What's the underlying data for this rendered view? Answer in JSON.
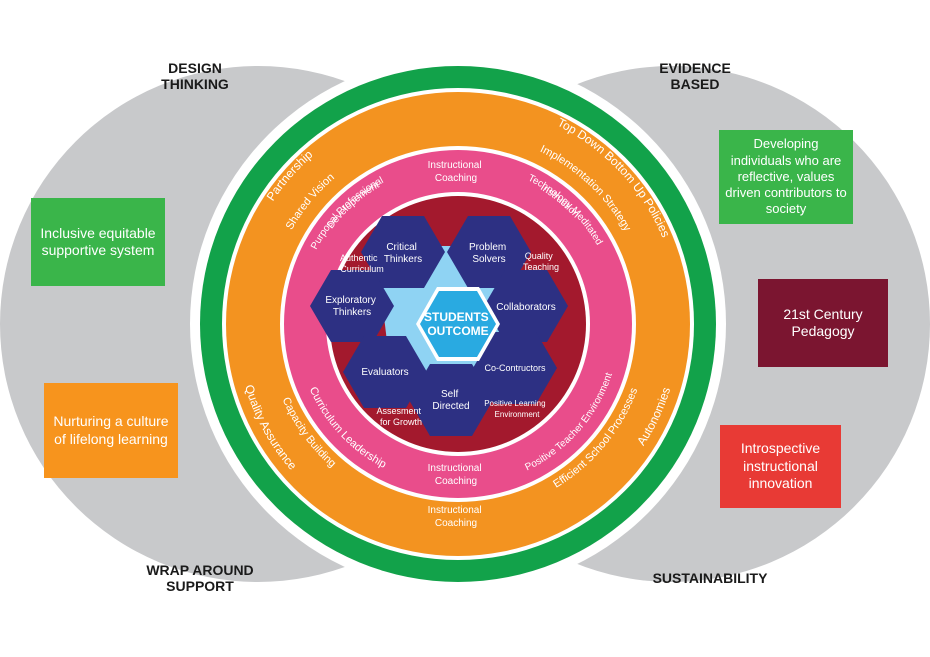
{
  "corners": {
    "top_left": "DESIGN\nTHINKING",
    "top_right": "EVIDENCE\nBASED",
    "bottom_left": "WRAP AROUND\nSUPPORT",
    "bottom_right": "SUSTAINABILITY"
  },
  "side_boxes": {
    "inclusive": "Inclusive equitable supportive system",
    "nurturing": "Nurturing a culture of lifelong learning",
    "developing": "Developing individuals who are reflective, values driven contributors to society",
    "pedagogy": "21st Century Pedagogy",
    "introspective": "Introspective instructional innovation"
  },
  "green_ring": {
    "partnership": "Partnership",
    "top_down": "Top Down Bottom Up Policies",
    "quality_assurance": "Quality Assurance",
    "autonomies": "Autonomies"
  },
  "orange_ring": {
    "shared_vision": "Shared Vision",
    "implementation": "Implementation Strategy",
    "capacity": "Capacity Building",
    "efficient": "Efficient School Processes",
    "coaching_bottom": "Instructional Coaching"
  },
  "pink_ring": {
    "coaching_top": "Instructional Coaching",
    "purposal": "Purposal Professional Developement",
    "technology": "Technology Meditated Instruction",
    "curriculum_leadership": "Curriculum Leadership",
    "positive_teacher": "Positive Teacher Environment",
    "coaching_bottom": "Instructional Coaching"
  },
  "inner_circle": {
    "authentic": "Authentic Curriculum",
    "quality_teaching": "Quality Teaching",
    "assesment": "Assesment for Growth",
    "positive_learning": "Positive Learning Environment"
  },
  "hexagons": {
    "critical": "Critical Thinkers",
    "problem": "Problem Solvers",
    "exploratory": "Exploratory Thinkers",
    "collaborators": "Collaborators",
    "evaluators": "Evaluators",
    "co_contructors": "Co-Contructors",
    "self_directed": "Self Directed"
  },
  "center": "STUDENTS OUTCOME",
  "colors": {
    "grey": "#c8c9cb",
    "green": "#12a24a",
    "orange": "#f39320",
    "pink": "#e94d8b",
    "maroon": "#a3192d",
    "light_blue": "#8fd3f3",
    "hex_blue": "#2d3083",
    "center_blue": "#29aae1",
    "box_green": "#3ab54a",
    "box_orange": "#f7941d",
    "box_maroon": "#7b1530",
    "box_red": "#e83a35"
  }
}
